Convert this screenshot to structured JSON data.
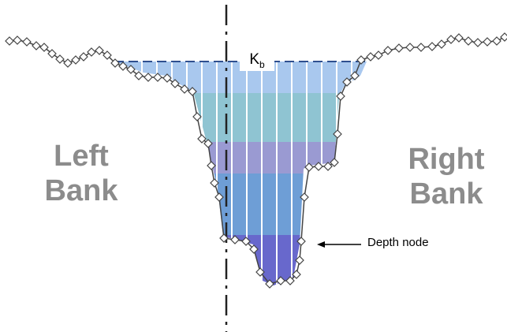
{
  "labels": {
    "left_bank": "Left Bank",
    "right_bank": "Right Bank",
    "kb_main": "K",
    "kb_sub": "b",
    "depth_node": "Depth node"
  },
  "colors": {
    "band_1": "#a9c8ee",
    "band_2": "#8fc4d2",
    "band_3": "#9a9ad2",
    "band_4": "#6e9ed6",
    "band_5": "#6868cc",
    "bank_text": "#8c8c8c",
    "vertical_dividers": "#ffffff"
  },
  "icons": [
    "diamond-marker-icon",
    "arrow-left-icon"
  ]
}
